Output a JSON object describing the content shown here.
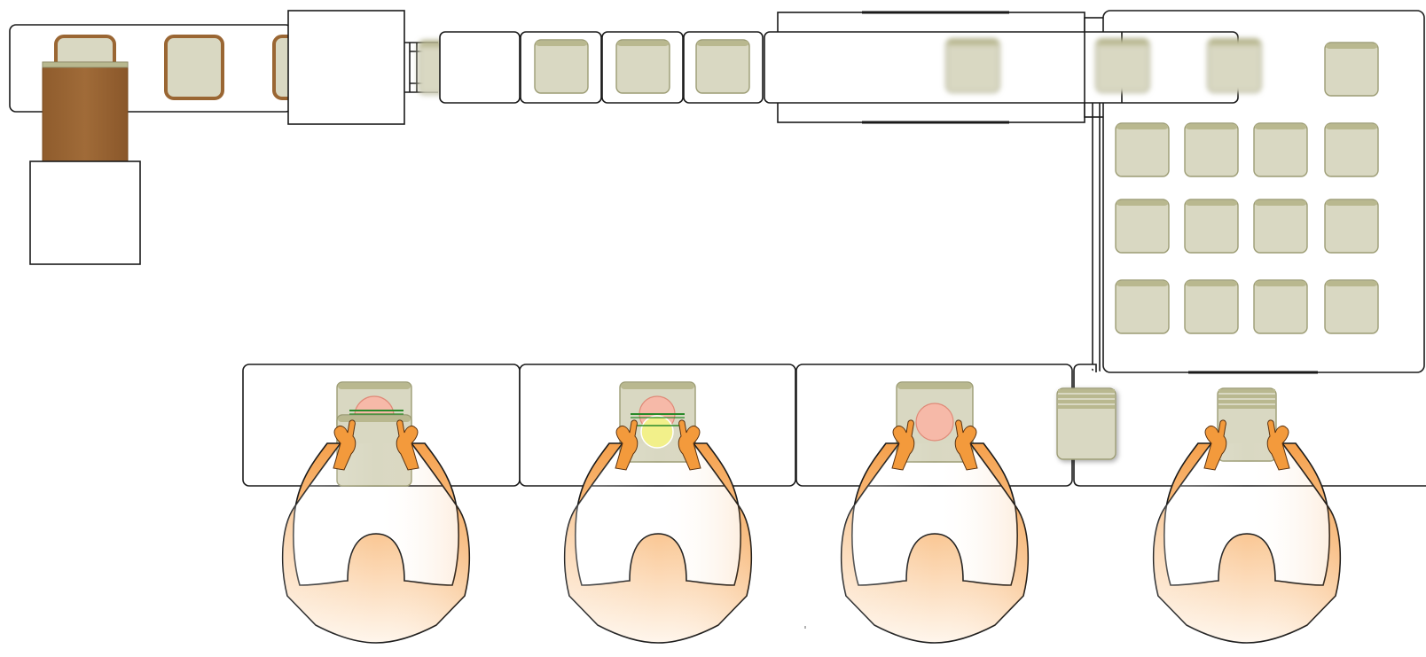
{
  "colors": {
    "tray_fill": "#d9d8c2",
    "tray_rim": "#b9b88f",
    "tray_border": "#9c9c74",
    "brown_tray_border": "#9a6633",
    "brown_column": "#9a6633",
    "plate_pink": "#f6b9a8",
    "plate_yellow": "#f2f08a",
    "utensil_green": "#2a8a2a",
    "person_orange": "#f5a04b",
    "line": "#1a1a1a"
  },
  "icons": {
    "tray": "square-tray-icon",
    "brown_tray": "brown-tray-icon",
    "plate": "plate-circle-icon",
    "person": "worker-topview-icon"
  },
  "grid": {
    "rows": 4,
    "cols": 4,
    "missing_slots": 3
  },
  "workers": {
    "count": 4
  }
}
